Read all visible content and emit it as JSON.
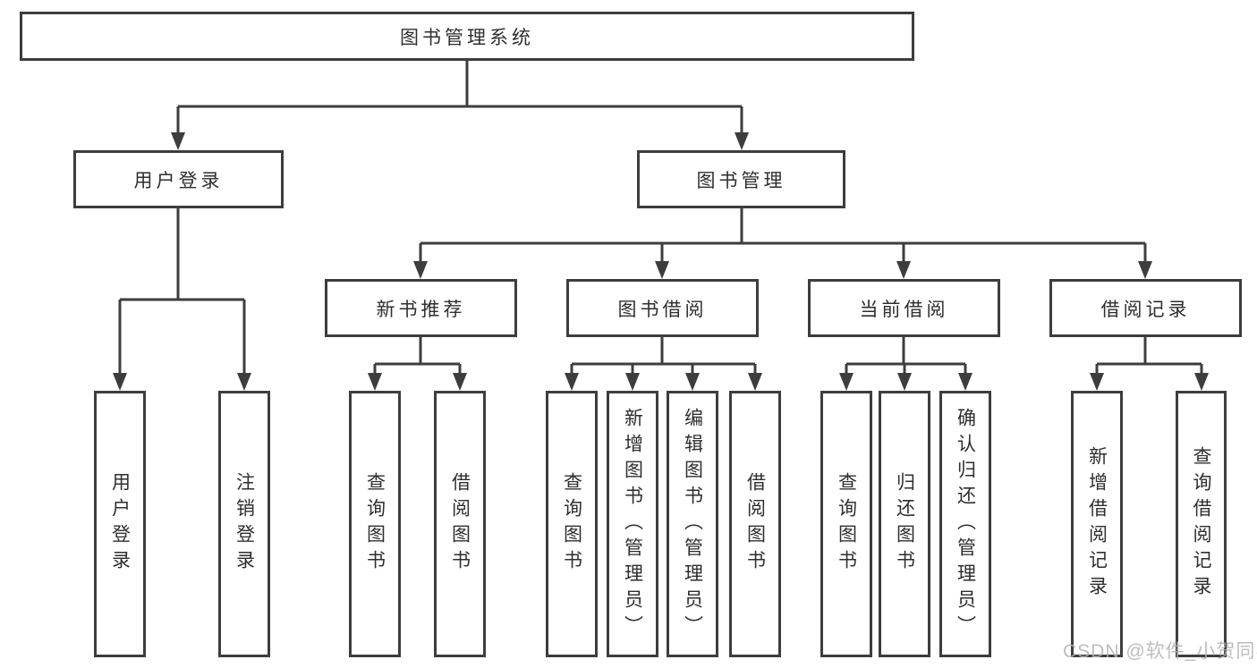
{
  "diagram": {
    "title": "图书管理系统",
    "tree": {
      "root": {
        "label": "图书管理系统"
      },
      "branches": [
        {
          "label": "用户登录",
          "children": [
            {
              "label": "用户登录"
            },
            {
              "label": "注销登录"
            }
          ]
        },
        {
          "label": "图书管理",
          "children": [
            {
              "label": "新书推荐",
              "children": [
                {
                  "label": "查询图书"
                },
                {
                  "label": "借阅图书"
                }
              ]
            },
            {
              "label": "图书借阅",
              "children": [
                {
                  "label": "查询图书"
                },
                {
                  "label": "新增图书（管理员）"
                },
                {
                  "label": "编辑图书（管理员）"
                },
                {
                  "label": "借阅图书"
                }
              ]
            },
            {
              "label": "当前借阅",
              "children": [
                {
                  "label": "查询图书"
                },
                {
                  "label": "归还图书"
                },
                {
                  "label": "确认归还（管理员）"
                }
              ]
            },
            {
              "label": "借阅记录",
              "children": [
                {
                  "label": "新增借阅记录"
                },
                {
                  "label": "查询借阅记录"
                }
              ]
            }
          ]
        }
      ]
    },
    "colors": {
      "line": "#3d3d3d",
      "box_border": "#3d3d3d",
      "text": "#2e2e2e",
      "background": "#ffffff",
      "watermark": "#b2b2b2"
    }
  },
  "watermark": {
    "text": "CSDN @软件_小贺同学"
  }
}
